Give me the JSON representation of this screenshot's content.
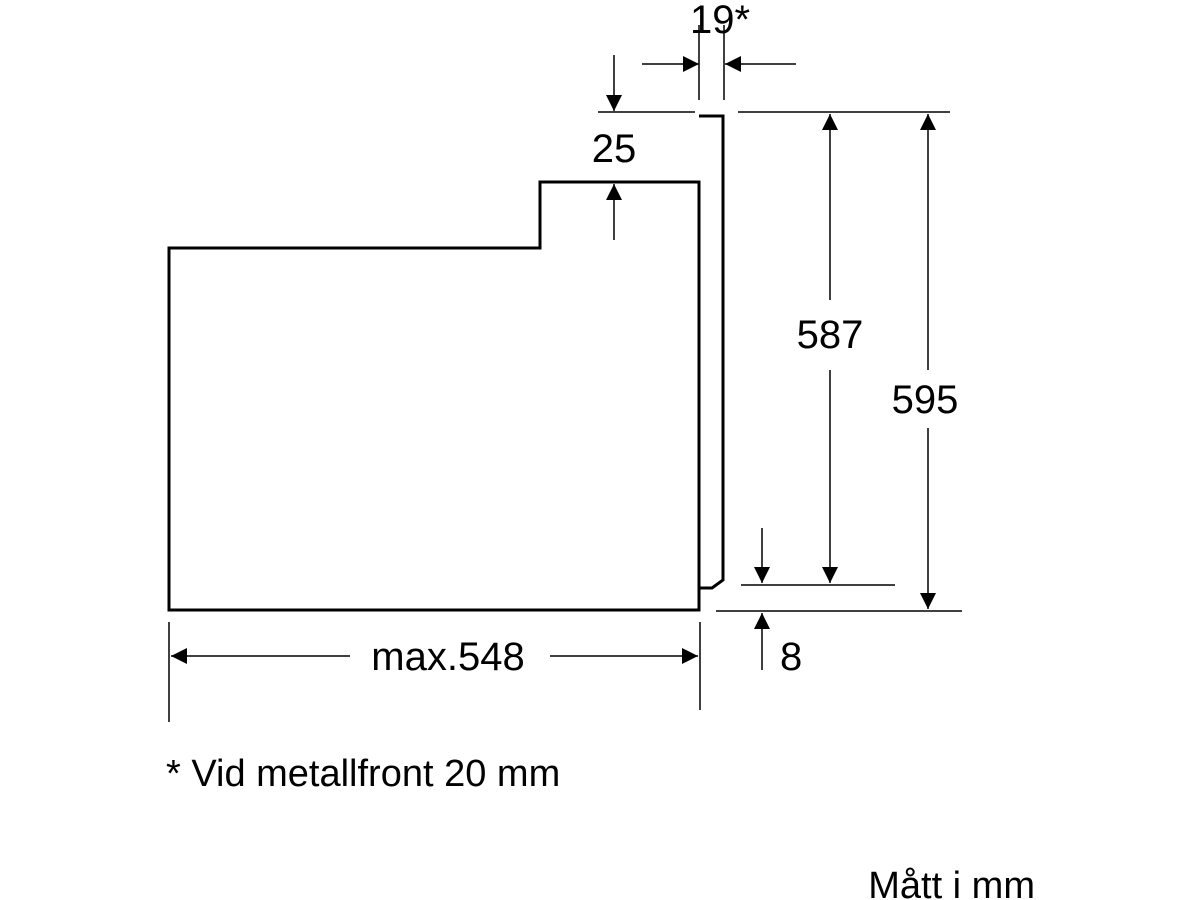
{
  "diagram": {
    "dimensions": {
      "front_thickness": "19*",
      "top_step": "25",
      "inner_height": "587",
      "total_height": "595",
      "depth": "max.548",
      "bottom_offset": "8"
    },
    "footnote": "* Vid metallfront 20 mm",
    "units_note": "Mått i mm",
    "colors": {
      "line": "#000000",
      "background": "#ffffff"
    }
  }
}
